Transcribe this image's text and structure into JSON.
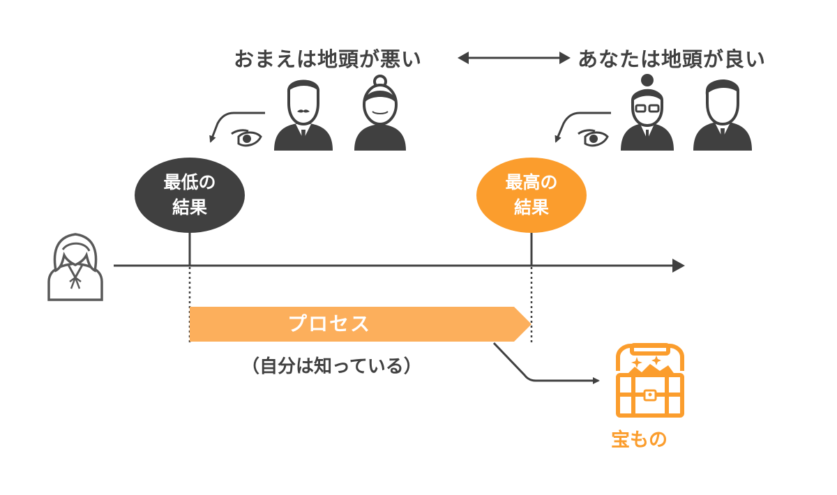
{
  "top": {
    "left_label": "おまえは地頭が悪い",
    "right_label": "あなたは地頭が良い"
  },
  "results": {
    "low": {
      "line1": "最低の",
      "line2": "結果"
    },
    "high": {
      "line1": "最高の",
      "line2": "結果"
    }
  },
  "process": {
    "label": "プロセス",
    "note": "（自分は知っている）"
  },
  "treasure": {
    "label": "宝もの"
  },
  "colors": {
    "dark": "#404040",
    "orange": "#fb9d2d",
    "process_fill": "#fcaf5c"
  },
  "icons": [
    "man-mustache-icon",
    "old-woman-icon",
    "woman-glasses-icon",
    "businessman-icon",
    "eye-icon",
    "girl-icon",
    "treasure-chest-icon"
  ]
}
